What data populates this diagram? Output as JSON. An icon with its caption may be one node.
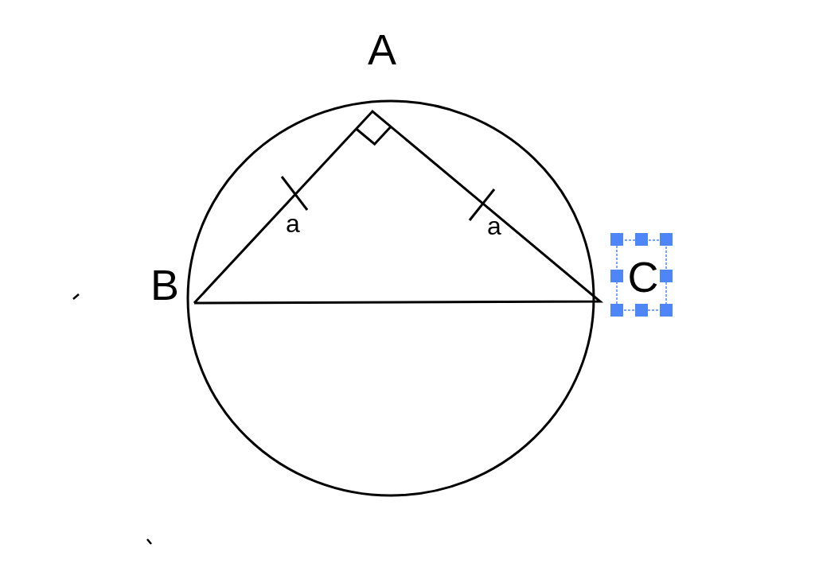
{
  "diagram": {
    "labels": [
      "A",
      "B",
      "a",
      "a",
      "C"
    ]
  }
}
